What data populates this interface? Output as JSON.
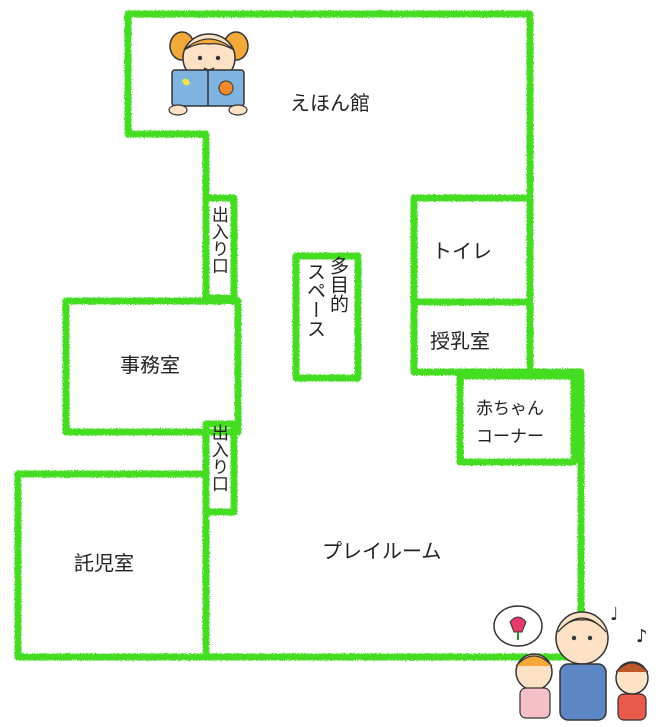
{
  "colors": {
    "wall": "#44dd22",
    "background": "#ffffff",
    "text": "#222222"
  },
  "rooms": {
    "ehonkan": "えほん館",
    "toilet": "トイレ",
    "junyushitsu": "授乳室",
    "akachan_corner": [
      "赤ちゃん",
      "コーナー"
    ],
    "jimushitsu": "事務室",
    "takujishitsu": "託児室",
    "playroom": "プレイルーム",
    "tamokuteki": [
      "多目的",
      "スペース"
    ],
    "entrance_top": "出入り口",
    "entrance_bottom": "出入り口"
  },
  "illustrations": {
    "reading_girl": "girl-reading-book-icon",
    "singing_family": "family-singing-icon"
  }
}
